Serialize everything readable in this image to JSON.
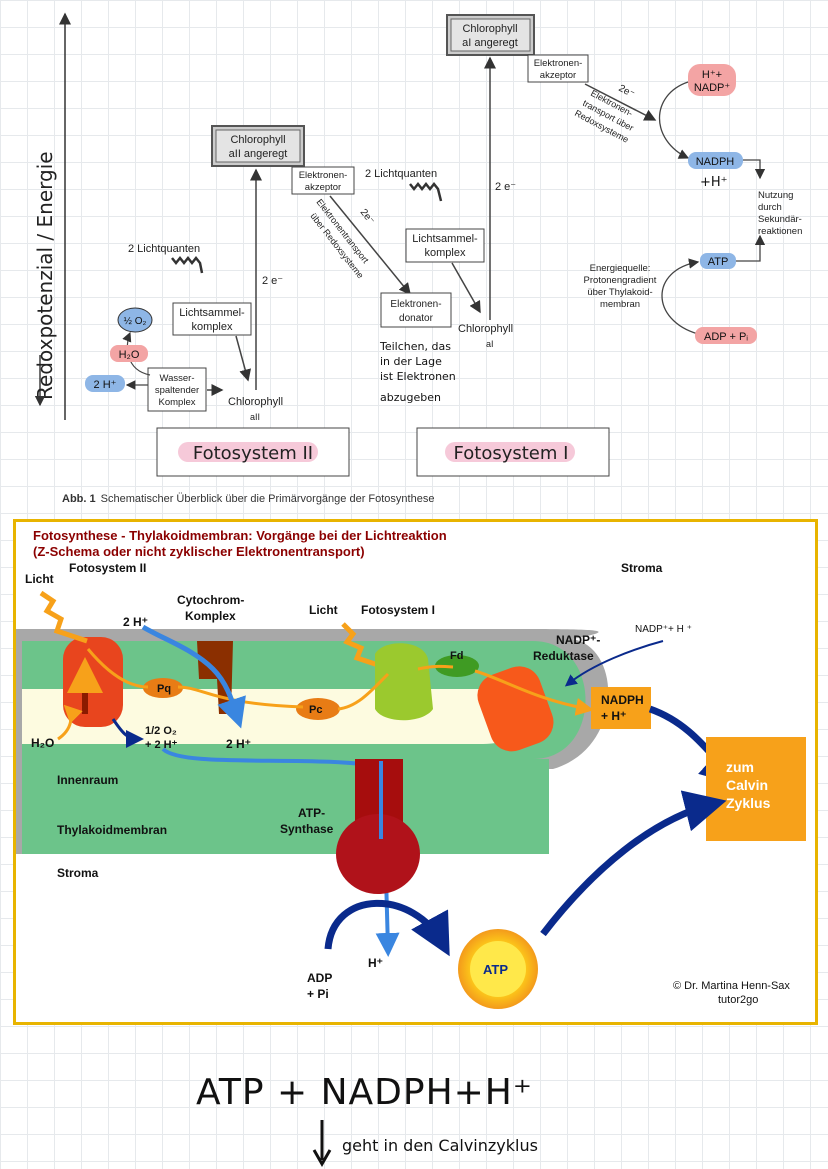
{
  "top_diagram": {
    "y_axis_label": "Redoxpotenzial / Energie",
    "ps2": {
      "title": "Fotosystem II",
      "excited": [
        "Chlorophyll",
        "aII angeregt"
      ],
      "chlorophyll": [
        "Chlorophyll",
        "aII"
      ],
      "light": "2 Lichtquanten",
      "antenna": [
        "Lichtsammel-",
        "komplex"
      ],
      "electrons": "2 e⁻",
      "water_split": [
        "Wasser-",
        "spaltender",
        "Komplex"
      ],
      "o2": "½ O₂",
      "h2o": "H₂O",
      "protons": "2 H⁺"
    },
    "transfer": {
      "acceptor": [
        "Elektronen-",
        "akzeptor"
      ],
      "chain": [
        "2e⁻",
        "Elektronentransport",
        "über Redoxsysteme"
      ],
      "donor": [
        "Elektronen-",
        "donator"
      ],
      "note": [
        "Teilchen, das",
        "in der Lage",
        "ist Elektronen",
        "abzugeben"
      ]
    },
    "ps1": {
      "title": "Fotosystem I",
      "excited": [
        "Chlorophyll",
        "aI angeregt"
      ],
      "chlorophyll": [
        "Chlorophyll",
        "aI"
      ],
      "light": "2 Lichtquanten",
      "antenna": [
        "Lichtsammel-",
        "komplex"
      ],
      "electrons": "2 e⁻",
      "acceptor": [
        "Elektronen-",
        "akzeptor"
      ],
      "chain": [
        "2e⁻",
        "Elektronen-",
        "transport über",
        "Redoxsysteme"
      ]
    },
    "products": {
      "nadp_in": [
        "H⁺+",
        "NADP⁺"
      ],
      "nadph": "NADPH",
      "nadph_extra": "+H⁺",
      "usage": [
        "Nutzung",
        "durch",
        "Sekundär-",
        "reaktionen"
      ],
      "atp": "ATP",
      "adp": "ADP + Pᵢ",
      "energy": [
        "Energiequelle:",
        "Protonengradient",
        "über Thylakoid-",
        "membran"
      ]
    },
    "caption_prefix": "Abb. 1",
    "caption": "Schematischer Überblick über die Primärvorgänge der Fotosynthese"
  },
  "bottom_diagram": {
    "title1": "Fotosynthese - Thylakoidmembran: Vorgänge bei der Lichtreaktion",
    "title2": "(Z-Schema oder nicht zyklischer Elektronentransport)",
    "licht1": "Licht",
    "ps2": "Fotosystem II",
    "stroma_top": "Stroma",
    "h_top": "2 H⁺",
    "cytochrom": [
      "Cytochrom-",
      "Komplex"
    ],
    "licht2": "Licht",
    "ps1": "Fotosystem I",
    "nadp_h_top": "NADP⁺+ H ⁺",
    "reductase": [
      "NADP⁺-",
      "Reduktase"
    ],
    "pq": "Pq",
    "pc": "Pc",
    "fd": "Fd",
    "nadph_box": [
      "NADPH",
      "+ H⁺"
    ],
    "calvin_box": [
      "zum",
      "Calvin",
      "Zyklus"
    ],
    "h2o": "H₂O",
    "half_o2": "1/2 O₂",
    "plus_2h": "+ 2 H⁺",
    "h_inner": "2 H⁺",
    "innenraum": "Innenraum",
    "membrane": "Thylakoidmembran",
    "atp_synthase": [
      "ATP-",
      "Synthase"
    ],
    "stroma_bottom": "Stroma",
    "adp": [
      "ADP",
      "+ Pi"
    ],
    "h_out": "H⁺",
    "atp": "ATP",
    "credit": [
      "© Dr. Martina Henn-Sax",
      "tutor2go"
    ]
  },
  "handwritten": {
    "formula": "ATP + NADPH+H⁺",
    "arrow_note": "geht in den Calvinzyklus"
  },
  "colors": {
    "title_red": "#8b0000",
    "frame_yellow": "#e8b400",
    "membrane_green": "#6cc48a",
    "lumen_cream": "#fdfbe0",
    "ps_red": "#e8451e",
    "orange": "#f7a11a",
    "navy": "#0a2a8c",
    "pink": "#f6c9d9"
  }
}
